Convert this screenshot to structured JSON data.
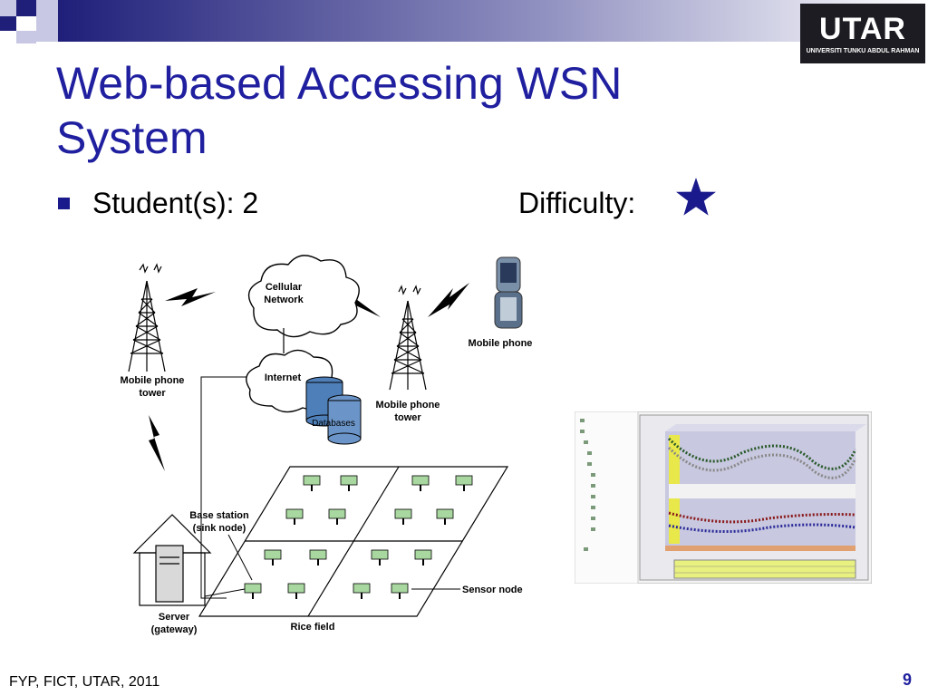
{
  "slide": {
    "title_line1": "Web-based Accessing WSN",
    "title_line2": "System",
    "students_label": "Student(s): 2",
    "difficulty_label": "Difficulty:",
    "difficulty_stars": 1,
    "footer": "FYP, FICT, UTAR, 2011",
    "page_number": "9"
  },
  "logo": {
    "text": "UTAR",
    "subtitle": "UNIVERSITI TUNKU ABDUL RAHMAN"
  },
  "diagram": {
    "cellular_network_1": "Cellular",
    "cellular_network_2": "Network",
    "internet": "Internet",
    "databases": "Databases",
    "mobile_phone": "Mobile phone",
    "tower_left_1": "Mobile phone",
    "tower_left_2": "tower",
    "tower_right_1": "Mobile phone",
    "tower_right_2": "tower",
    "base_station_1": "Base station",
    "base_station_2": "(sink node)",
    "sensor_node": "Sensor node",
    "server_1": "Server",
    "server_2": "(gateway)",
    "rice_field": "Rice field"
  },
  "colors": {
    "title": "#1f1f9f",
    "accent": "#1a1a8c",
    "star": "#1a1a8c",
    "chart_bg": "#c8c8e0"
  }
}
